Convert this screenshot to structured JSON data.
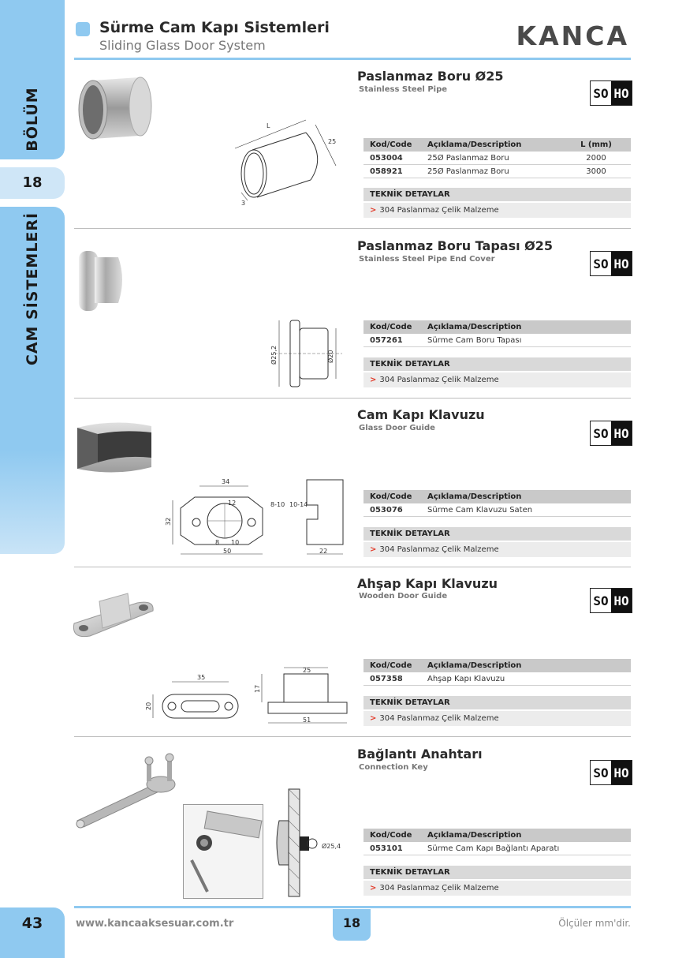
{
  "header": {
    "title": "Sürme Cam Kapı Sistemleri",
    "subtitle": "Sliding Glass Door System",
    "brand": "KANCA"
  },
  "sidebar": {
    "section_label": "BÖLÜM",
    "section_number": "18",
    "category": "CAM SİSTEMLERİ",
    "page_number": "43"
  },
  "table_headers": {
    "code": "Kod/Code",
    "description": "Açıklama/Description",
    "length": "L (mm)"
  },
  "technical_label": "TEKNİK DETAYLAR",
  "badge": {
    "left": "SO",
    "right": "HO"
  },
  "products": [
    {
      "title": "Paslanmaz Boru Ø25",
      "subtitle": "Stainless Steel Pipe",
      "rows": [
        {
          "code": "053004",
          "description": "25Ø Paslanmaz Boru",
          "length": "2000"
        },
        {
          "code": "058921",
          "description": "25Ø Paslanmaz Boru",
          "length": "3000"
        }
      ],
      "material": "304 Paslanmaz Çelik Malzeme",
      "dims": {
        "l": "L",
        "d": "25",
        "t": "3"
      }
    },
    {
      "title": "Paslanmaz Boru Tapası Ø25",
      "subtitle": "Stainless Steel Pipe End Cover",
      "rows": [
        {
          "code": "057261",
          "description": "Sürme Cam Boru Tapası"
        }
      ],
      "material": "304 Paslanmaz Çelik Malzeme",
      "dims": {
        "outer": "Ø25,2",
        "inner": "Ø20"
      }
    },
    {
      "title": "Cam Kapı Klavuzu",
      "subtitle": "Glass Door Guide",
      "rows": [
        {
          "code": "053076",
          "description": "Sürme Cam Klavuzu Saten"
        }
      ],
      "material": "304 Paslanmaz Çelik Malzeme",
      "dims": {
        "w34": "34",
        "h32": "32",
        "w50": "50",
        "d12": "12",
        "d8": "8",
        "d10": "10",
        "g1": "8-10",
        "g2": "10-14",
        "w22": "22"
      }
    },
    {
      "title": "Ahşap Kapı Klavuzu",
      "subtitle": "Wooden Door Guide",
      "rows": [
        {
          "code": "057358",
          "description": "Ahşap Kapı Klavuzu"
        }
      ],
      "material": "304 Paslanmaz Çelik Malzeme",
      "dims": {
        "w35": "35",
        "h20": "20",
        "w25": "25",
        "h17": "17",
        "w51": "51"
      }
    },
    {
      "title": "Bağlantı Anahtarı",
      "subtitle": "Connection Key",
      "rows": [
        {
          "code": "053101",
          "description": "Sürme Cam Kapı Bağlantı Aparatı"
        }
      ],
      "material": "304 Paslanmaz Çelik Malzeme",
      "dims": {
        "d": "Ø25,4"
      }
    }
  ],
  "footer": {
    "website": "www.kancaaksesuar.com.tr",
    "page": "18",
    "note": "Ölçüler mm'dir."
  }
}
